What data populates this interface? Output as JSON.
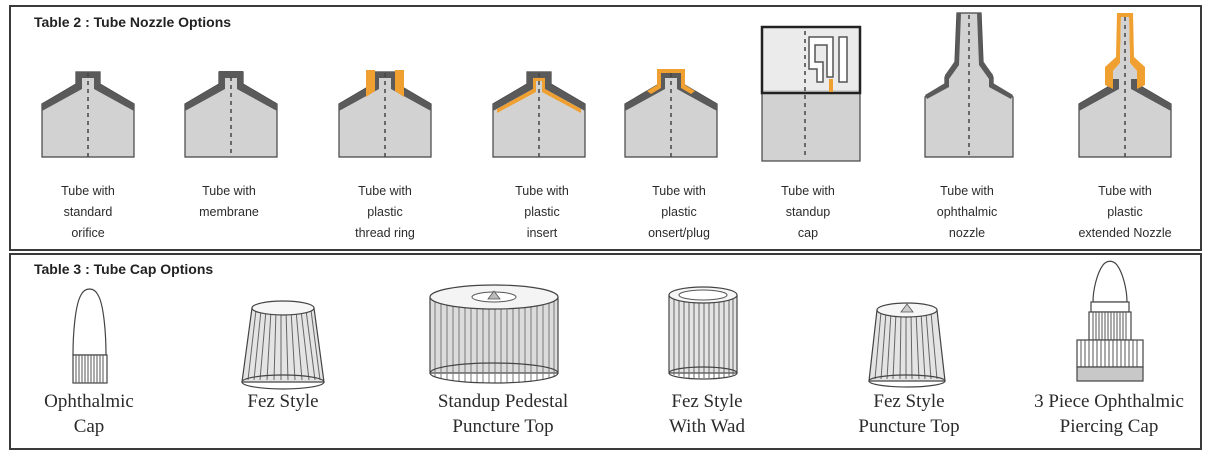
{
  "nozzle_table": {
    "title": "Table 2 : Tube Nozzle Options",
    "items": [
      {
        "line1": "Tube with",
        "line2": "standard",
        "line3": "orifice"
      },
      {
        "line1": "Tube with",
        "line2": "membrane",
        "line3": ""
      },
      {
        "line1": "Tube with",
        "line2": "plastic",
        "line3": "thread ring"
      },
      {
        "line1": "Tube with",
        "line2": "plastic",
        "line3": "insert"
      },
      {
        "line1": "Tube with",
        "line2": "plastic",
        "line3": "onsert/plug"
      },
      {
        "line1": "Tube with",
        "line2": "standup",
        "line3": "cap"
      },
      {
        "line1": "Tube with",
        "line2": "ophthalmic",
        "line3": "nozzle"
      },
      {
        "line1": "Tube with",
        "line2": "plastic",
        "line3": "extended Nozzle"
      }
    ]
  },
  "cap_table": {
    "title": "Table 3 : Tube Cap Options",
    "items": [
      {
        "line1": "Ophthalmic",
        "line2": "Cap"
      },
      {
        "line1": "Fez Style",
        "line2": ""
      },
      {
        "line1": "Standup Pedestal",
        "line2": "Puncture Top"
      },
      {
        "line1": "Fez Style",
        "line2": "With Wad"
      },
      {
        "line1": "Fez Style",
        "line2": "Puncture Top"
      },
      {
        "line1": "3 Piece Ophthalmic",
        "line2": "Piercing Cap"
      }
    ]
  },
  "colors": {
    "border": "#3a3a3a",
    "tube_fill": "#d2d2d2",
    "tube_dark": "#5a5a5a",
    "accent_orange": "#f0a030"
  }
}
